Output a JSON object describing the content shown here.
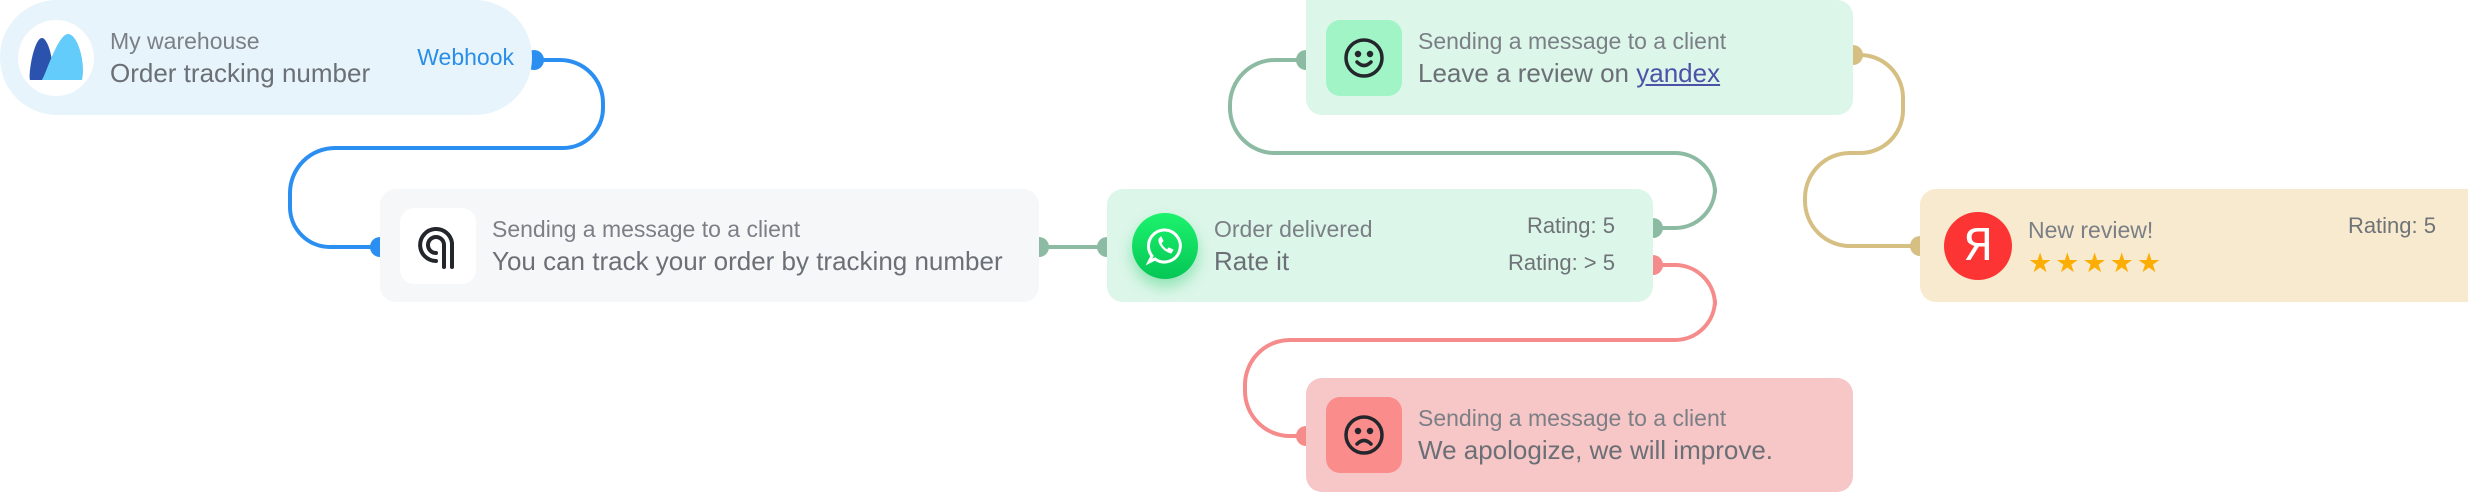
{
  "colors": {
    "webhook_wire": "#2b8ff2",
    "green_wire": "#8dbaa2",
    "red_wire": "#f68b8b",
    "gold_wire": "#d6bf82"
  },
  "nodes": {
    "warehouse": {
      "icon": "moysklad-logo-icon",
      "subtitle": "My warehouse",
      "title": "Order tracking number",
      "output_label": "Webhook"
    },
    "tracking_message": {
      "icon": "at-sign-logo-icon",
      "subtitle": "Sending a message to a client",
      "title": "You can track your order by tracking number"
    },
    "order_delivered": {
      "icon": "whatsapp-icon",
      "subtitle": "Order delivered",
      "title": "Rate it",
      "outputs": [
        "Rating: 5",
        "Rating: > 5"
      ]
    },
    "review_request": {
      "icon": "smile-icon",
      "subtitle": "Sending a message to a client",
      "title_prefix": "Leave a review on ",
      "title_link": "yandex"
    },
    "new_review": {
      "icon": "yandex-icon",
      "icon_glyph": "Я",
      "subtitle": "New review!",
      "rating_label": "Rating: 5",
      "stars": 5,
      "star_glyph": "★"
    },
    "apology": {
      "icon": "sad-face-icon",
      "subtitle": "Sending a message to a client",
      "title": "We apologize, we will improve."
    }
  },
  "connections": [
    {
      "from": "warehouse.Webhook",
      "to": "tracking_message",
      "color": "blue"
    },
    {
      "from": "tracking_message",
      "to": "order_delivered",
      "color": "green"
    },
    {
      "from": "order_delivered.Rating: 5",
      "to": "review_request",
      "color": "green"
    },
    {
      "from": "order_delivered.Rating: > 5",
      "to": "apology",
      "color": "red"
    },
    {
      "from": "review_request",
      "to": "new_review",
      "color": "gold"
    }
  ]
}
